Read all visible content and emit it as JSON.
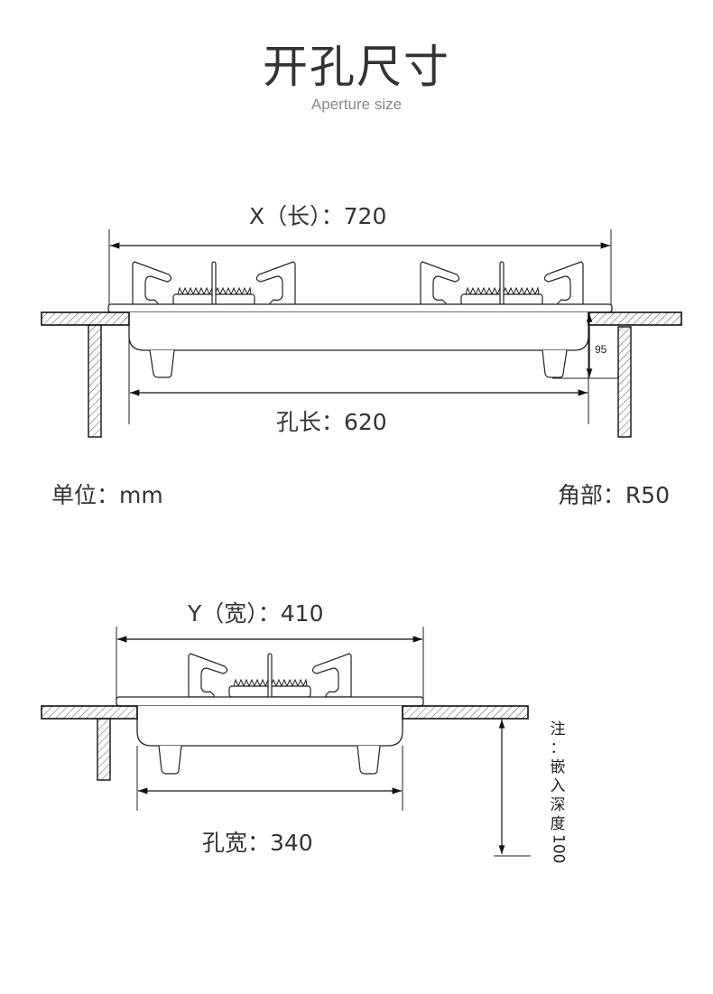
{
  "header": {
    "title": "开孔尺寸",
    "subtitle": "Aperture size"
  },
  "top_diagram": {
    "overall_length_label": "X（长）：720",
    "hole_length_label": "孔长：620",
    "depth_label": "95"
  },
  "info": {
    "unit_label": "单位：mm",
    "corner_label": "角部：R50"
  },
  "bottom_diagram": {
    "overall_width_label": "Y（宽）：410",
    "hole_width_label": "孔宽：340",
    "note_label": "注：嵌入深度100"
  }
}
